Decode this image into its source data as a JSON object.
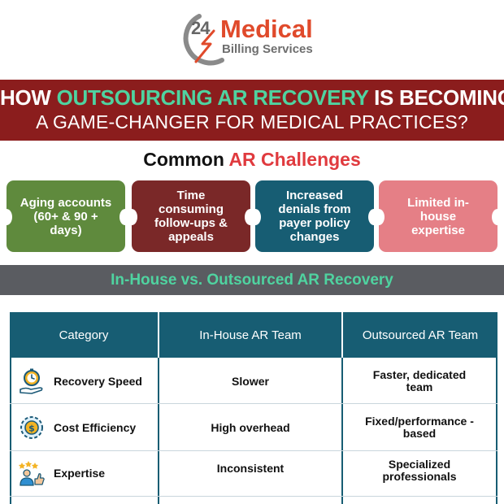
{
  "logo": {
    "number": "24",
    "title": "Medical",
    "subtitle": "Billing Services"
  },
  "banner": {
    "line1_pre": "HOW ",
    "line1_accent": "OUTSOURCING AR RECOVERY",
    "line1_post": " IS BECOMING",
    "line2": "A GAME-CHANGER FOR MEDICAL PRACTICES?"
  },
  "challenges": {
    "title_pre": "Common ",
    "title_accent": "AR Challenges",
    "cards": [
      {
        "label": "Aging accounts (60+ & 90 + days)",
        "color": "#5f8a3d"
      },
      {
        "label": "Time consuming follow-ups & appeals",
        "color": "#7a2828"
      },
      {
        "label": "Increased denials from payer policy changes",
        "color": "#175d73"
      },
      {
        "label": "Limited in-house expertise",
        "color": "#e57f86"
      }
    ]
  },
  "comparison": {
    "title": "In-House vs. Outsourced AR Recovery",
    "headers": [
      "Category",
      "In-House AR Team",
      "Outsourced AR Team"
    ],
    "rows": [
      {
        "icon": "stopwatch-hand-icon",
        "category": "Recovery Speed",
        "in_house": "Slower",
        "outsourced": "Faster, dedicated team"
      },
      {
        "icon": "gear-coin-icon",
        "category": "Cost Efficiency",
        "in_house": "High overhead",
        "outsourced": "Fixed/performance -based"
      },
      {
        "icon": "expert-thumbs-up-icon",
        "category": "Expertise",
        "in_house": "Inconsistent",
        "outsourced": "Specialized professionals"
      }
    ]
  },
  "colors": {
    "brand_red": "#e04a2b",
    "banner": "#8b1d1d",
    "accent_green": "#4fd3a0",
    "teal": "#175d73",
    "bar_gray": "#5a5c61"
  }
}
